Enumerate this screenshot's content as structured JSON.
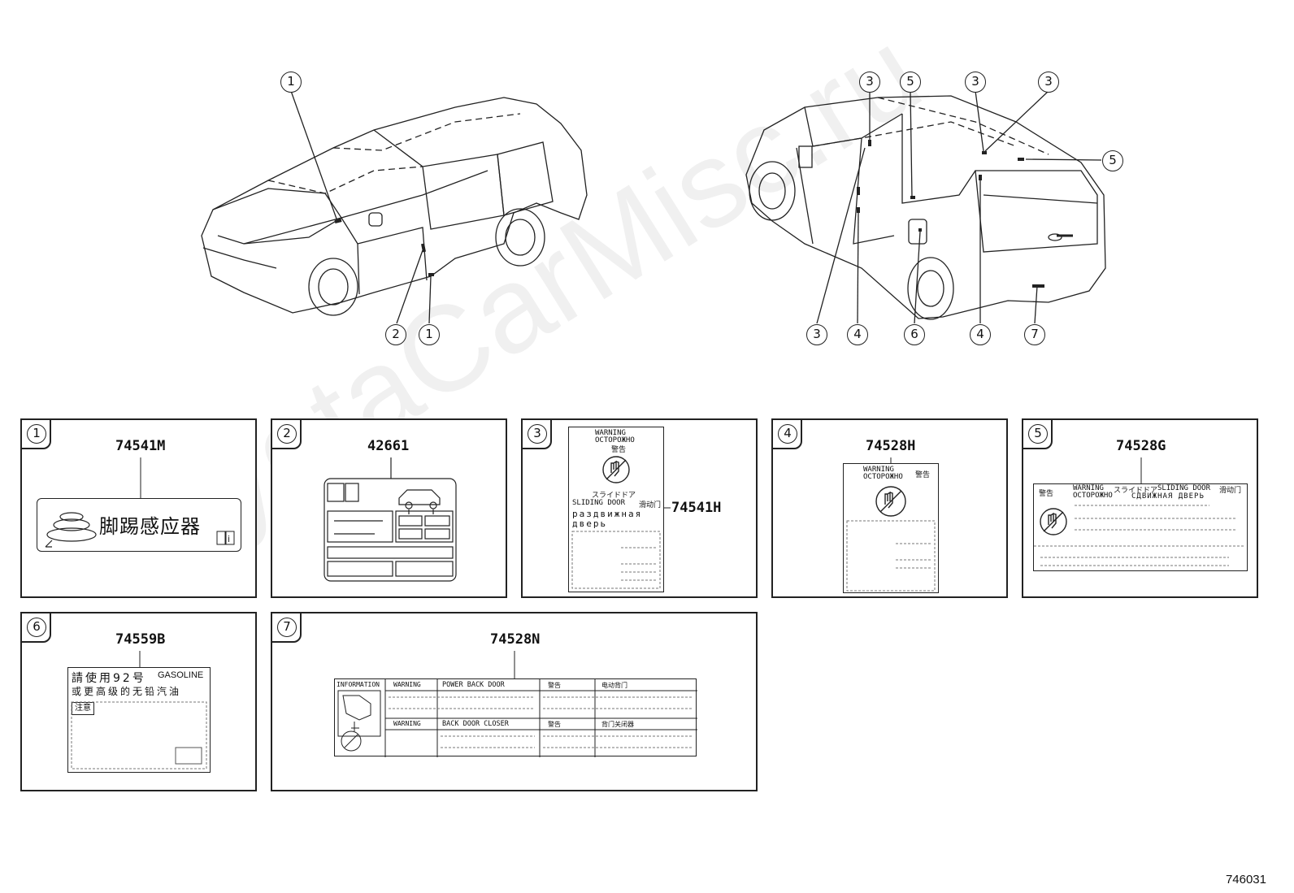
{
  "diagram_number": "746031",
  "watermark": "ToyotaCarMisc.ru",
  "callouts": {
    "front_view": [
      "1",
      "2",
      "1"
    ],
    "rear_view": [
      "3",
      "5",
      "3",
      "3",
      "5",
      "3",
      "4",
      "6",
      "4",
      "7"
    ]
  },
  "panels": [
    {
      "index": "1",
      "part_number": "74541M",
      "label_text": "脚踢感应器"
    },
    {
      "index": "2",
      "part_number": "42661"
    },
    {
      "index": "3",
      "part_number": "74541H",
      "label_lines": [
        "WARNING",
        "ОСТОРОЖНО",
        "警告",
        "スライドドア",
        "SLIDING DOOR",
        "滑动门",
        "раздвижная",
        "дверь"
      ]
    },
    {
      "index": "4",
      "part_number": "74528H",
      "label_lines": [
        "WARNING",
        "ОСТОРОЖНО",
        "警告"
      ]
    },
    {
      "index": "5",
      "part_number": "74528G",
      "label_lines": [
        "警告",
        "WARNING",
        "ОСТОРОЖНО",
        "スライドドア",
        "SLIDING DOOR",
        "滑动门",
        "СДВИЖНАЯ ДВЕРЬ"
      ]
    },
    {
      "index": "6",
      "part_number": "74559B",
      "label_lines": [
        "請使用92号",
        "GASOLINE",
        "或更高级的无铅汽油",
        "注意"
      ]
    },
    {
      "index": "7",
      "part_number": "74528N",
      "label_lines": [
        "INFORMATION",
        "WARNING",
        "POWER BACK DOOR",
        "警告",
        "电动背门",
        "WARNING",
        "BACK DOOR CLOSER",
        "警告",
        "背门关闭器"
      ]
    }
  ]
}
